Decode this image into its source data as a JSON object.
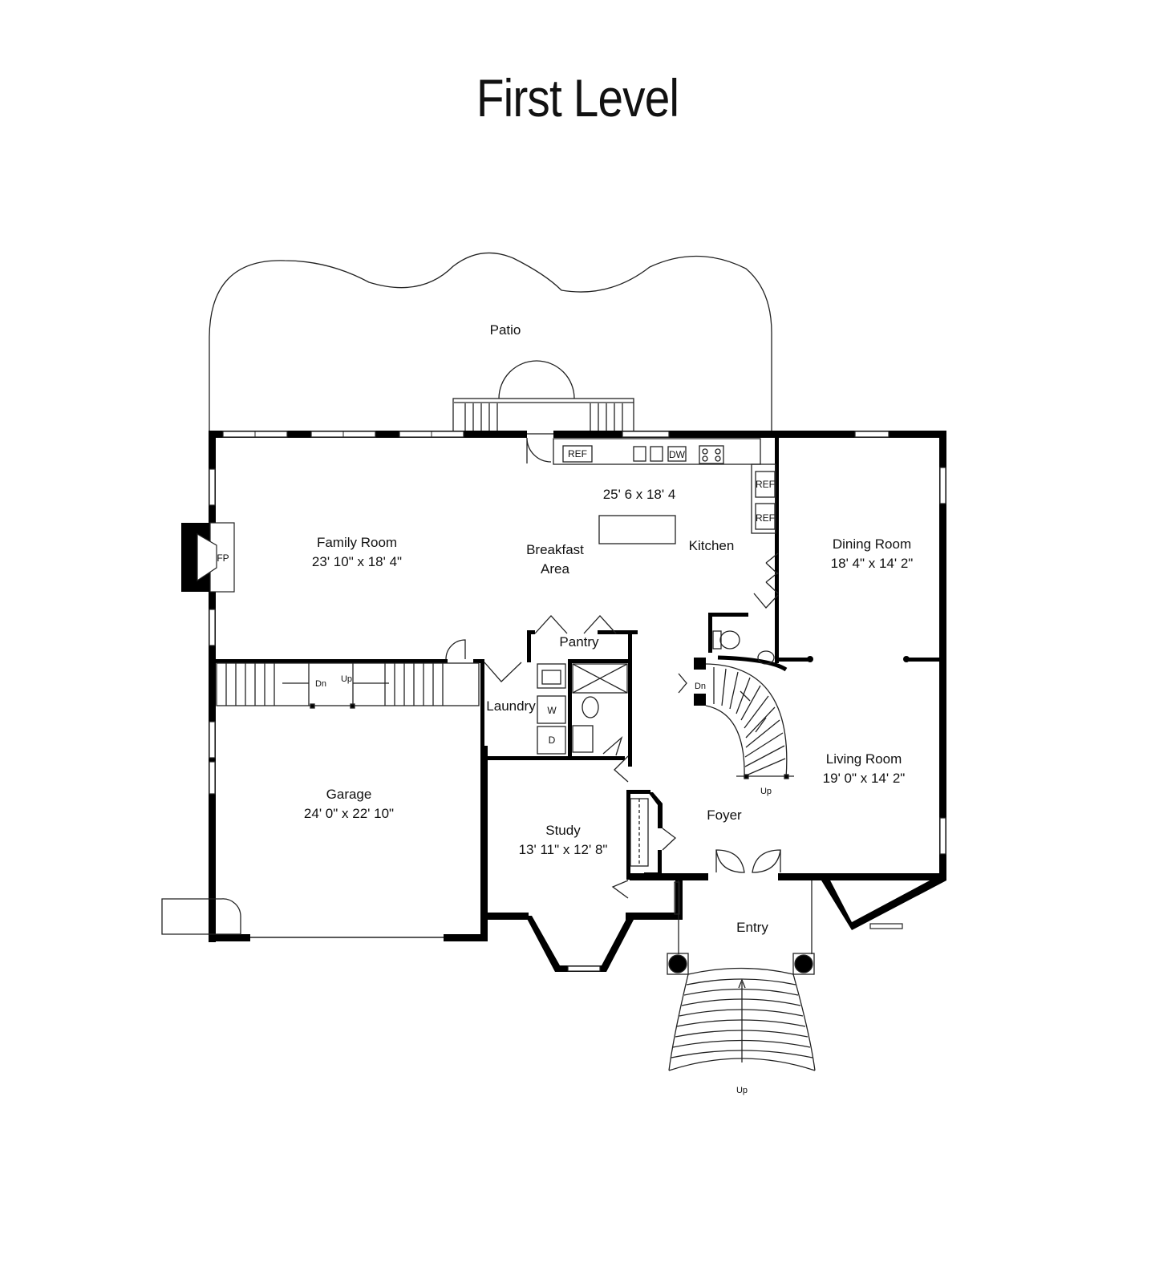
{
  "title": "First Level",
  "rooms": {
    "patio": "Patio",
    "family_room": "Family Room",
    "family_room_dim": "23' 10\" x 18' 4\"",
    "breakfast_1": "Breakfast",
    "breakfast_2": "Area",
    "kitchen": "Kitchen",
    "kitchen_dim": "25' 6 x 18' 4",
    "dining_room": "Dining Room",
    "dining_room_dim": "18' 4\" x 14' 2\"",
    "pantry": "Pantry",
    "laundry": "Laundry",
    "garage": "Garage",
    "garage_dim": "24' 0\" x 22' 10\"",
    "living_room": "Living Room",
    "living_room_dim": "19' 0\" x 14' 2\"",
    "foyer": "Foyer",
    "study": "Study",
    "study_dim": "13' 11\" x 12' 8\"",
    "entry": "Entry"
  },
  "fixtures": {
    "fp": "FP",
    "ref_1": "REF",
    "ref_2": "REF",
    "ref_3": "REF",
    "dw": "DW",
    "washer": "W",
    "dryer": "D",
    "stair_dn_garage": "Dn",
    "stair_up_garage": "Up",
    "stair_dn_main": "Dn",
    "stair_up_main": "Up",
    "stair_up_entry": "Up"
  }
}
